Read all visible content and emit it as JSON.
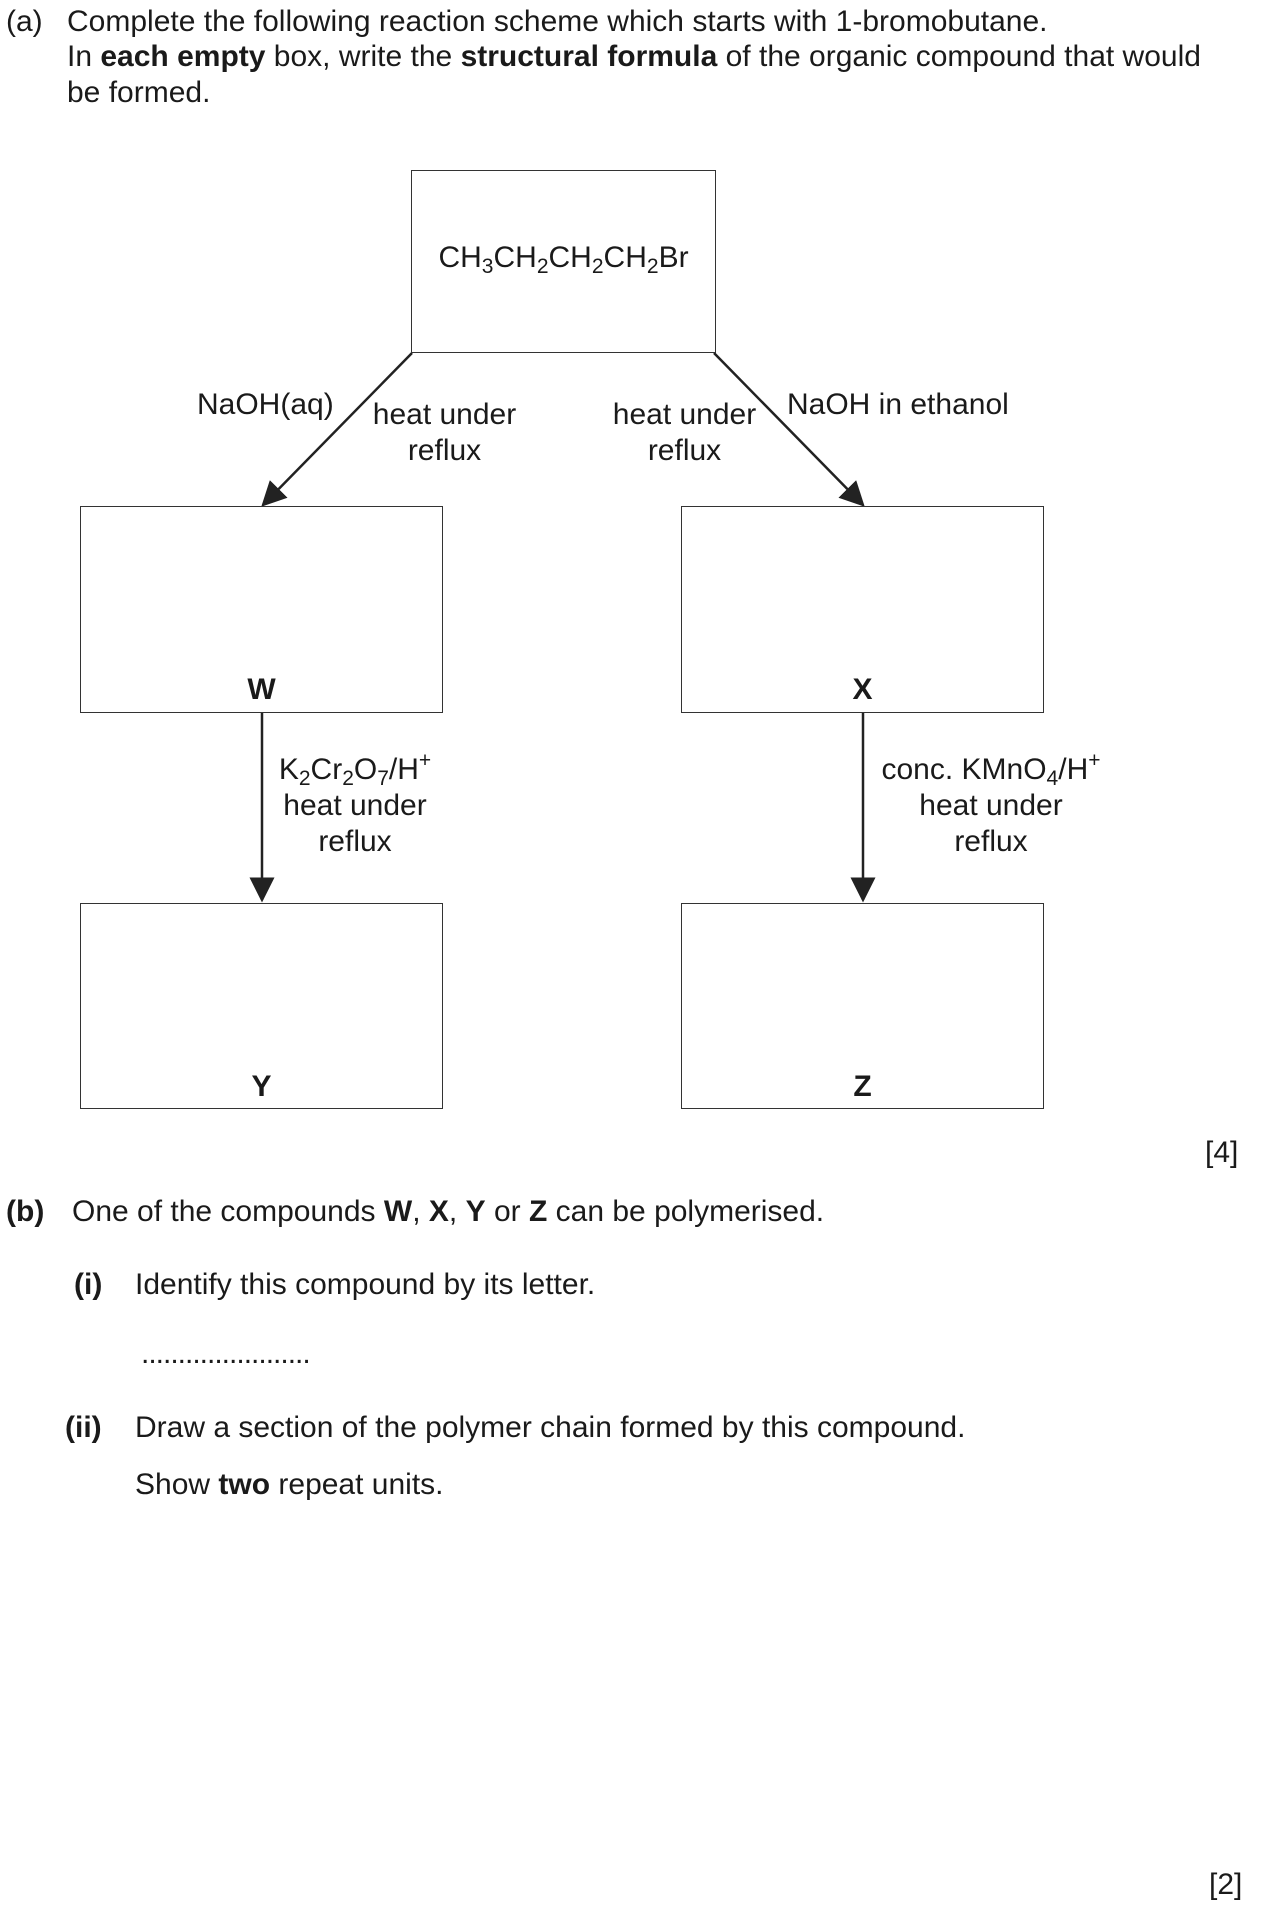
{
  "part_a": {
    "label": "(a)",
    "line1": "Complete the following reaction scheme which starts with 1-bromobutane.",
    "line2_pre": "In",
    "line2_bold1": "each empty",
    "line2_mid": "box, write the",
    "line2_bold2": "structural formula",
    "line2_post": "of the organic compound that would",
    "line3": "be formed.",
    "marks": "[4]"
  },
  "scheme": {
    "start_compound": {
      "p1": "CH",
      "s1": "3",
      "p2": "CH",
      "s2": "2",
      "p3": "CH",
      "s3": "2",
      "p4": "CH",
      "s4": "2",
      "p5": "Br"
    },
    "left_reagent": "NaOH(aq)",
    "left_cond_1": "heat under",
    "left_cond_2": "reflux",
    "right_cond_1": "heat under",
    "right_cond_2": "reflux",
    "right_reagent": "NaOH in ethanol",
    "box_w": "W",
    "box_x": "X",
    "box_y": "Y",
    "box_z": "Z",
    "ox1": {
      "a": "K",
      "a_s": "2",
      "b": "Cr",
      "b_s": "2",
      "c": "O",
      "c_s": "7",
      "d": "/H",
      "d_sup": "+"
    },
    "ox1_cond_1": "heat under",
    "ox1_cond_2": "reflux",
    "ox2": {
      "a": "conc. KMnO",
      "a_s": "4",
      "b": "/H",
      "b_sup": "+"
    },
    "ox2_cond_1": "heat under",
    "ox2_cond_2": "reflux"
  },
  "part_b": {
    "label": "(b)",
    "stem_pre": "One of the compounds",
    "w": "W",
    "sep1": ",",
    "x": "X",
    "sep2": ",",
    "y": "Y",
    "or": "or",
    "z": "Z",
    "stem_post": "can be polymerised.",
    "i_label": "(i)",
    "i_text": "Identify this compound by its letter.",
    "i_answer_line": ".......................",
    "ii_label": "(ii)",
    "ii_text": "Draw a section of the polymer chain formed by this compound.",
    "ii_line2_pre": "Show",
    "ii_line2_bold": "two",
    "ii_line2_post": "repeat units.",
    "marks": "[2]"
  }
}
